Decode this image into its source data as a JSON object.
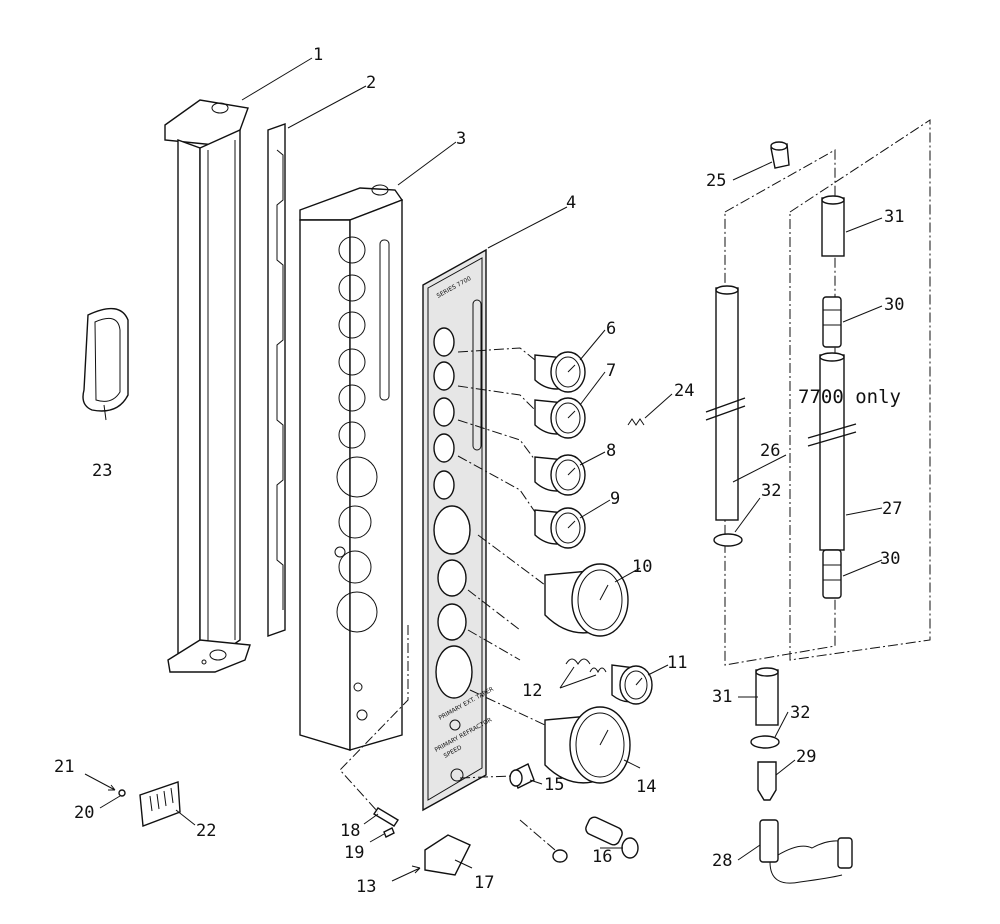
{
  "callouts": {
    "n1": "1",
    "n2": "2",
    "n3": "3",
    "n4": "4",
    "n6": "6",
    "n7": "7",
    "n8": "8",
    "n9": "9",
    "n10": "10",
    "n11": "11",
    "n12": "12",
    "n13": "13",
    "n14": "14",
    "n15": "15",
    "n16": "16",
    "n17": "17",
    "n18": "18",
    "n19": "19",
    "n20": "20",
    "n21": "21",
    "n22": "22",
    "n23": "23",
    "n24": "24",
    "n25": "25",
    "n26": "26",
    "n27": "27",
    "n28": "28",
    "n29": "29",
    "n30a": "30",
    "n30b": "30",
    "n31a": "31",
    "n31b": "31",
    "n32a": "32",
    "n32b": "32"
  },
  "note": "7700 only",
  "panel_labels": {
    "bottom_title": "PRIMARY REFRACTOR",
    "bottom_sub": "SPEED",
    "gauge_label_1": "PRIMARY EXT. TAPER"
  }
}
